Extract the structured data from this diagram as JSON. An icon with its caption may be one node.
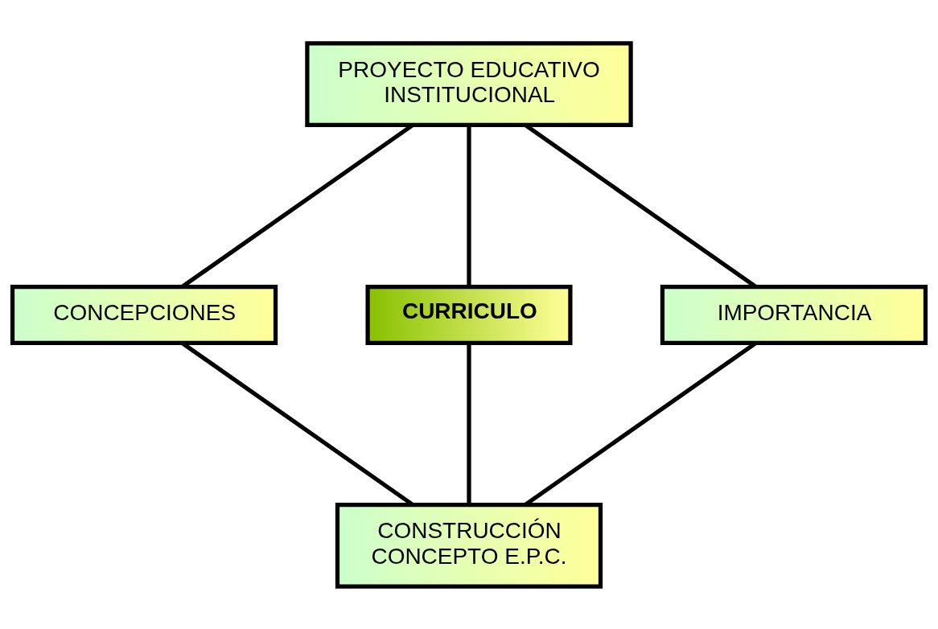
{
  "diagram": {
    "nodes": [
      {
        "text": [
          "PROYECTO EDUCATIVO INSTITUCIONAL"
        ]
      },
      {
        "text": [
          "CONCEPCIONES"
        ]
      },
      {
        "text": [
          "CURRICULO"
        ]
      },
      {
        "text": [
          "IMPORTANCIA"
        ]
      },
      {
        "text": [
          "CONSTRUCCIÓN CONCEPTO E.P.C."
        ]
      }
    ],
    "edges": [
      {
        "from": 0,
        "to": 1,
        "arrow": "none"
      },
      {
        "from": 0,
        "to": 2,
        "arrow": "none"
      },
      {
        "from": 0,
        "to": 3,
        "arrow": "none"
      },
      {
        "from": 1,
        "to": 4,
        "arrow": "none"
      },
      {
        "from": 2,
        "to": 4,
        "arrow": "none"
      },
      {
        "from": 3,
        "to": 4,
        "arrow": "none"
      }
    ]
  }
}
